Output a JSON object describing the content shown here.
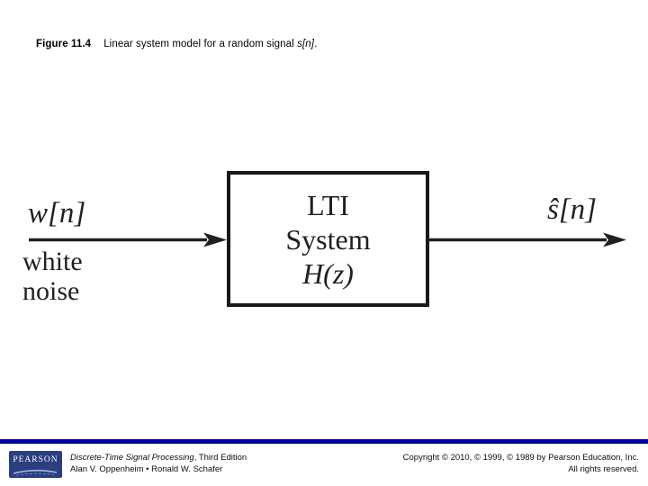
{
  "title": {
    "figure_label": "Figure 11.4",
    "caption_text": "Linear system model for a random signal ",
    "caption_math": "s[n]",
    "caption_period": "."
  },
  "diagram": {
    "input_signal": "w[n]",
    "input_desc_line1": "white",
    "input_desc_line2": "noise",
    "block_line1": "LTI",
    "block_line2": "System",
    "block_transfer_function": "H(z)",
    "output_signal": "ŝ[n]",
    "ink_color": "#231f20"
  },
  "footer": {
    "divider_color": "#0000a0",
    "logo": {
      "text": "PEARSON",
      "bg_color": "#2b3e7f"
    },
    "book_title": "Discrete-Time Signal Processing",
    "book_edition": ", Third Edition",
    "authors": "Alan V. Oppenheim • Ronald W. Schafer",
    "copyright_line1": "Copyright © 2010, © 1999, © 1989 by Pearson Education, Inc.",
    "copyright_line2": "All rights reserved."
  }
}
